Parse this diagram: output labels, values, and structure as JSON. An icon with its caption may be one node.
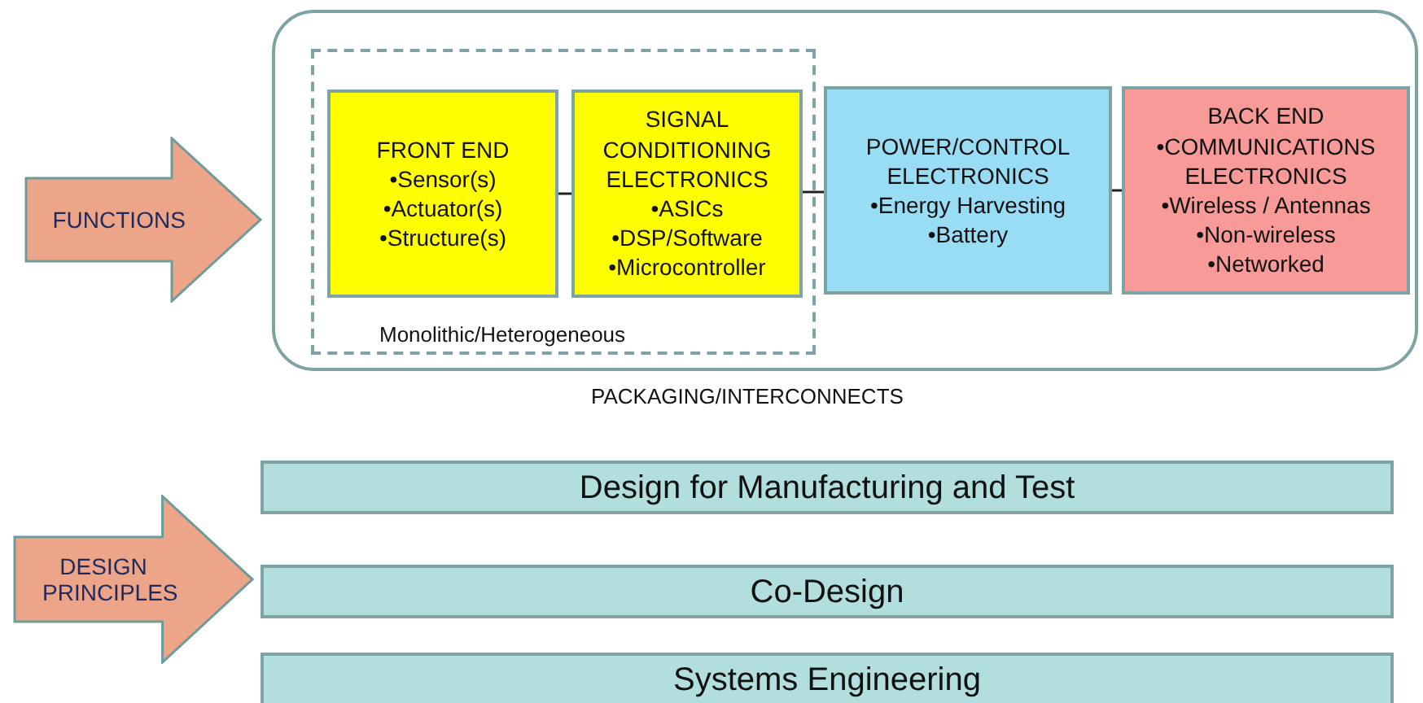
{
  "diagram": {
    "nodes": [
      {
        "text": [
          "FUNCTIONS"
        ]
      },
      {
        "text": [
          "PACKAGING/INTERCONNECTS"
        ]
      },
      {
        "text": [
          "Monolithic/Heterogeneous"
        ],
        "in": 1
      },
      {
        "text": [
          "FRONT END",
          "•Sensor(s)",
          "•Actuator(s)",
          "•Structure(s)"
        ],
        "in": 2
      },
      {
        "text": [
          "SIGNAL CONDITIONING ELECTRONICS",
          "•ASICs",
          "•DSP/Software",
          "•Microcontroller"
        ],
        "in": 2
      },
      {
        "text": [
          "POWER/CONTROL ELECTRONICS",
          "•Energy Harvesting",
          "•Battery"
        ],
        "in": 1
      },
      {
        "text": [
          "BACK END",
          "•COMMUNICATIONS ELECTRONICS",
          "•Wireless / Antennas",
          "•Non-wireless",
          "•Networked"
        ],
        "in": 1
      },
      {
        "text": [
          "DESIGN PRINCIPLES"
        ]
      },
      {
        "text": [
          "Design for Manufacturing and Test"
        ]
      },
      {
        "text": [
          "Co-Design"
        ]
      },
      {
        "text": [
          "Systems Engineering"
        ]
      }
    ],
    "edges": [
      {
        "from": 3,
        "to": 4,
        "arrow": "none"
      },
      {
        "from": 4,
        "to": 5,
        "arrow": "none"
      },
      {
        "from": 5,
        "to": 6,
        "arrow": "none"
      }
    ]
  }
}
